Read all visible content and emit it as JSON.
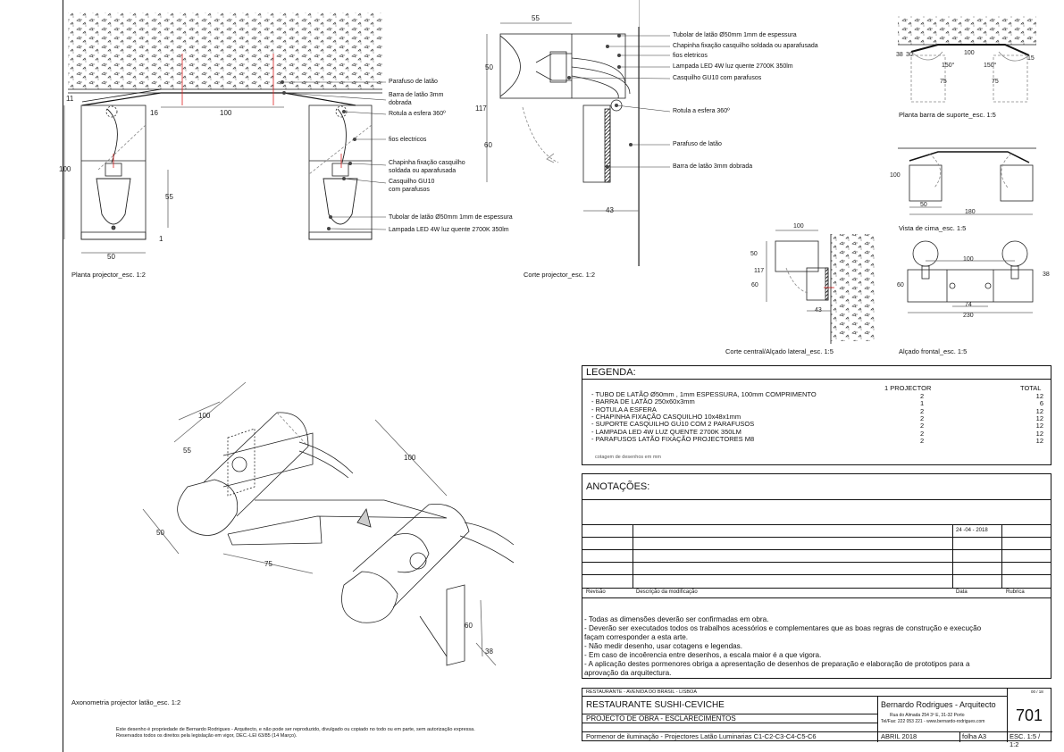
{
  "plan_projector": {
    "caption": "Planta projector_esc. 1:2",
    "callouts": [
      "Parafuso de latão",
      "Barra de latão 3mm",
      "dobrada",
      "Rotula a esfera 360º",
      "fios electricos",
      "Chapinha fixação casquilho",
      "soldada ou aparafusada",
      "Casquilho GU10",
      "com parafusos",
      "Tubolar de latão Ø50mm 1mm de espessura",
      "Lampada LED  4W luz quente 2700K 350lm"
    ],
    "dims": [
      "11",
      "16",
      "100",
      "100",
      "55",
      "1",
      "50"
    ]
  },
  "section_projector": {
    "caption": "Corte projector_esc. 1:2",
    "callouts": [
      "Tubolar de latão Ø50mm 1mm de espessura",
      "Chapinha fixação casquilho soldada ou aparafusada",
      "fios eletricos",
      "Lampada LED  4W luz quente 2700K 350lm",
      "Casquilho GU10 com parafusos",
      "Rotula a esfera 360º",
      "Parafuso de latão",
      "Barra de latão 3mm dobrada"
    ],
    "dims": [
      "55",
      "50",
      "117",
      "60",
      "43"
    ]
  },
  "support_plan": {
    "caption": "Planta barra de suporte_esc. 1:5",
    "dims": [
      "38",
      "30",
      "150°",
      "100",
      "150°",
      "15",
      "75",
      "75"
    ]
  },
  "top_view": {
    "caption": "Vista de cima_esc. 1:5",
    "dims": [
      "100",
      "50",
      "180"
    ]
  },
  "central_section": {
    "caption": "Corte central/Alçado lateral_esc. 1:5",
    "dims": [
      "100",
      "50",
      "117",
      "60",
      "43"
    ]
  },
  "front_elevation": {
    "caption": "Alçado frontal_esc. 1:5",
    "dims": [
      "100",
      "60",
      "38",
      "74",
      "230"
    ]
  },
  "axonometry": {
    "caption": "Axonometria projector latão_esc. 1:2",
    "dims": [
      "100",
      "55",
      "100",
      "50",
      "75",
      "60",
      "38"
    ]
  },
  "legend": {
    "title": "LEGENDA:",
    "col1": "1 PROJECTOR",
    "col2": "TOTAL",
    "items": [
      {
        "name": "- TUBO DE LATÃO Ø50mm , 1mm ESPESSURA, 100mm COMPRIMENTO",
        "one": "2",
        "total": "12"
      },
      {
        "name": "- BARRA DE LATÃO 250x60x3mm",
        "one": "1",
        "total": "6"
      },
      {
        "name": "- ROTULA A ESFERA",
        "one": "2",
        "total": "12"
      },
      {
        "name": "- CHAPINHA FIXAÇÃO CASQUILHO 10x48x1mm",
        "one": "2",
        "total": "12"
      },
      {
        "name": "- SUPORTE CASQUILHO GU10 COM 2 PARAFUSOS",
        "one": "2",
        "total": "12"
      },
      {
        "name": "- LAMPADA LED 4W LUZ QUENTE 2700K 350LM",
        "one": "2",
        "total": "12"
      },
      {
        "name": "- PARAFUSOS LATÃO FIXAÇÃO PROJECTORES M8",
        "one": "2",
        "total": "12"
      }
    ],
    "note": "cotagem de desenhos em mm"
  },
  "annotations": {
    "title": "ANOTAÇÕES:",
    "date1": "24 -04 - 2018",
    "header": {
      "rev": "Revisão",
      "desc": "Descrição da modificação",
      "date": "Data",
      "sign": "Rubrica"
    },
    "notes": [
      "- Todas as dimensões deverão ser confirmadas em obra.",
      "- Deverão ser executados todos os trabalhos acessórios e complementares que as boas regras de construção e execução",
      "façam  corresponder a esta arte.",
      "- Não medir desenho, usar cotagens e legendas.",
      "- Em caso de incoêrencia entre desenhos, a escala maior é a que vigora.",
      "- A aplicação destes pormenores obriga a apresentação de desenhos de preparação e elaboração de prototipos para a",
      "aprovação da arquitectura."
    ]
  },
  "title_block": {
    "location": "RESTAURANTE - AVENIDA DO BRASIL - LISBOA",
    "project": "RESTAURANTE SUSHI-CEVICHE",
    "phase": "PROJECTO DE OBRA - ESCLARECIMENTOS",
    "drawing": "Pormenor de iluminação - Projectores Latão Luminarias C1-C2-C3-C4-C5-C6",
    "architect": "Bernardo Rodrigues - Arquitecto",
    "address": "Rua do Almada 254 3º E, 31-32 Porto",
    "contact": "Tel/Fax: 222 053 221 - www.bernardo-rodrigues.com",
    "date": "ABRIL 2018",
    "sheet": "folha A3",
    "scale": "ESC. 1:5 / 1:2",
    "number": "701",
    "version": "00 / 18"
  },
  "copyright": [
    "Este desenho é propriedade de Bernardo Rodrigues - Arquitecto, e não pode ser reproduzido, divulgado ou copiado no todo ou em parte, sem autorização expressa.",
    "Reservados todos os direitos pela legislação em vigor, DEC.-LEI 63/85 (14 Março)."
  ]
}
